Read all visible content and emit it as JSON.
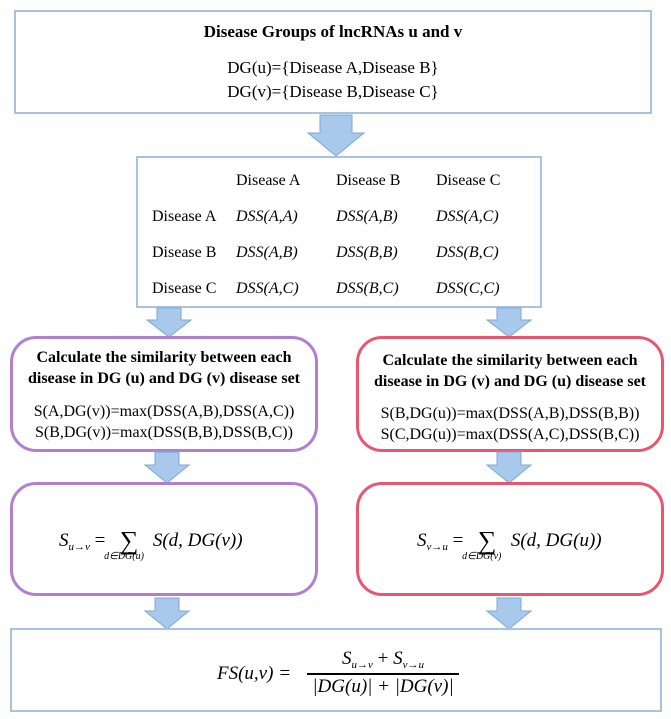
{
  "header_box": {
    "title": "Disease Groups of lncRNAs u and v",
    "line1": "DG(u)={Disease A,Disease B}",
    "line2": "DG(v)={Disease B,Disease C}"
  },
  "matrix": {
    "col_headers": [
      "Disease A",
      "Disease B",
      "Disease C"
    ],
    "rows": [
      {
        "label": "Disease A",
        "cells": [
          "DSS(A,A)",
          "DSS(A,B)",
          "DSS(A,C)"
        ]
      },
      {
        "label": "Disease B",
        "cells": [
          "DSS(A,B)",
          "DSS(B,B)",
          "DSS(B,C)"
        ]
      },
      {
        "label": "Disease C",
        "cells": [
          "DSS(A,C)",
          "DSS(B,C)",
          "DSS(C,C)"
        ]
      }
    ]
  },
  "left_calc": {
    "title_line1": "Calculate the similarity between each",
    "title_line2": "disease in DG (u) and DG (v) disease set",
    "eq1": "S(A,DG(v))=max(DSS(A,B),DSS(A,C))",
    "eq2": "S(B,DG(v))=max(DSS(B,B),DSS(B,C))"
  },
  "right_calc": {
    "title_line1": "Calculate the similarity between each",
    "title_line2": "disease in DG (v) and DG (u) disease set",
    "eq1": "S(B,DG(u))=max(DSS(A,B),DSS(B,B))",
    "eq2": "S(C,DG(u))=max(DSS(A,C),DSS(B,C))"
  },
  "left_sum": {
    "lhs": "S",
    "lhs_sub": "u→v",
    "sum_index": "d∈DG(u)",
    "term": "S(d, DG(v))"
  },
  "right_sum": {
    "lhs": "S",
    "lhs_sub": "v→u",
    "sum_index": "d∈DG(v)",
    "term": "S(d, DG(u))"
  },
  "final": {
    "lhs": "FS(u,v) =",
    "num_a": "S",
    "num_a_sub": "u→v",
    "num_b": "S",
    "num_b_sub": "v→u",
    "den": "|DG(u)| + |DG(v)|"
  },
  "colors": {
    "blue_border": "#a9c3de",
    "arrow_fill": "#a8c8ec",
    "purple_border": "#b07fd0",
    "red_border": "#e8566f"
  }
}
